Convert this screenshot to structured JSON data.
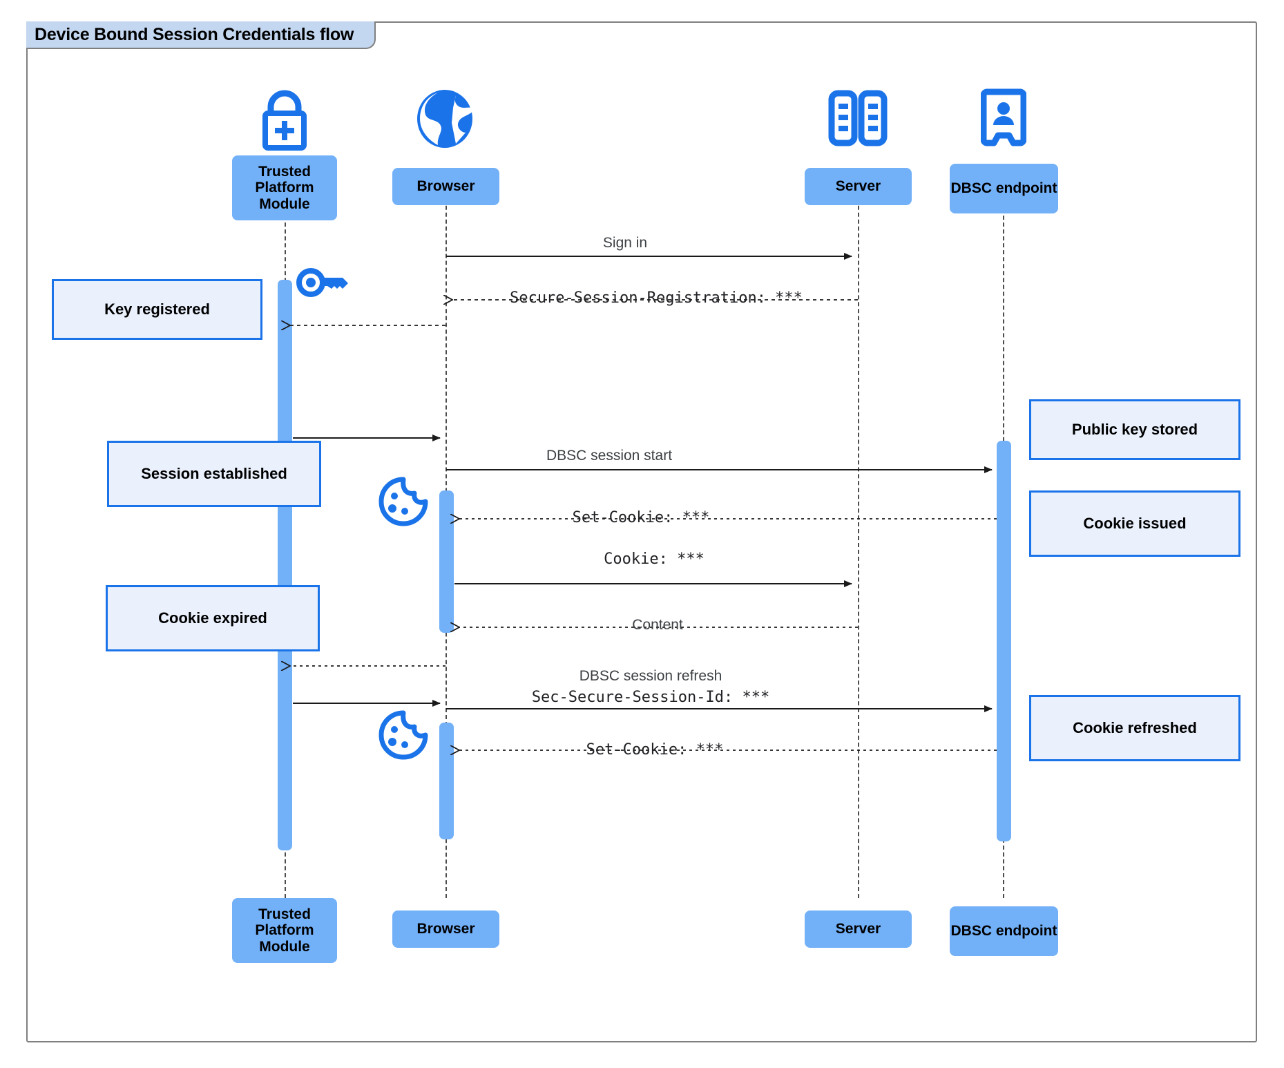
{
  "diagram": {
    "title": "Device Bound Session Credentials flow",
    "type": "uml-sequence-diagram",
    "colors": {
      "actor_fill": "#72b0f8",
      "note_fill": "#eaf1fd",
      "note_border": "#1a73e8",
      "icon_blue": "#1a73e8",
      "frame_border": "#7f7f7f",
      "title_fill": "#c3d7f0",
      "lifeline": "#4d4d4d"
    }
  },
  "participants": [
    {
      "id": "tpm",
      "label": "Trusted Platform Module",
      "icon": "lock-plus-icon"
    },
    {
      "id": "browser",
      "label": "Browser",
      "icon": "globe-icon"
    },
    {
      "id": "server",
      "label": "Server",
      "icon": "server-rack-icon"
    },
    {
      "id": "dbsc",
      "label": "DBSC endpoint",
      "icon": "id-badge-icon"
    }
  ],
  "messages": [
    {
      "id": "m1",
      "label": "Sign in",
      "style": "solid",
      "font": "sans",
      "from": "browser",
      "to": "server"
    },
    {
      "id": "m2",
      "label": "Secure-Session-Registration: ***",
      "style": "dashed",
      "font": "mono",
      "from": "server",
      "to": "browser"
    },
    {
      "id": "m3",
      "label": "",
      "style": "solid",
      "font": "sans",
      "from": "tpm",
      "to": "browser"
    },
    {
      "id": "m4",
      "label": "DBSC session start",
      "style": "solid",
      "font": "sans",
      "from": "browser",
      "to": "dbsc"
    },
    {
      "id": "m5",
      "label": "Set-Cookie: ***",
      "style": "dashed",
      "font": "mono",
      "from": "dbsc",
      "to": "browser"
    },
    {
      "id": "m6",
      "label": "Cookie: ***",
      "style": "solid",
      "font": "mono",
      "from": "browser",
      "to": "server"
    },
    {
      "id": "m7",
      "label": "Content",
      "style": "dashed",
      "font": "sans",
      "from": "server",
      "to": "browser"
    },
    {
      "id": "m8",
      "label": "",
      "style": "dashed",
      "font": "sans",
      "from": "browser",
      "to": "tpm"
    },
    {
      "id": "m9",
      "label": "DBSC session refresh",
      "style": "solid",
      "font": "sans",
      "from": "tpm",
      "to": "browser"
    },
    {
      "id": "m10",
      "label": "Sec-Secure-Session-Id: ***",
      "style": "solid",
      "font": "mono",
      "from": "browser",
      "to": "dbsc"
    },
    {
      "id": "m11",
      "label": "Set-Cookie: ***",
      "style": "dashed",
      "font": "mono",
      "from": "dbsc",
      "to": "browser"
    }
  ],
  "notes": [
    {
      "id": "n1",
      "text": "Key registered",
      "side": "left",
      "of": "tpm"
    },
    {
      "id": "n2",
      "text": "Session established",
      "side": "left",
      "of": "tpm"
    },
    {
      "id": "n3",
      "text": "Cookie expired",
      "side": "left",
      "of": "tpm"
    },
    {
      "id": "n4",
      "text": "Public key stored",
      "side": "right",
      "of": "dbsc"
    },
    {
      "id": "n5",
      "text": "Cookie issued",
      "side": "right",
      "of": "dbsc"
    },
    {
      "id": "n6",
      "text": "Cookie refreshed",
      "side": "right",
      "of": "dbsc"
    }
  ],
  "inline_icons": [
    {
      "id": "key1",
      "name": "key-icon",
      "near": "tpm"
    },
    {
      "id": "cookie1",
      "name": "cookie-icon",
      "near": "browser"
    },
    {
      "id": "cookie2",
      "name": "cookie-icon",
      "near": "browser"
    }
  ]
}
